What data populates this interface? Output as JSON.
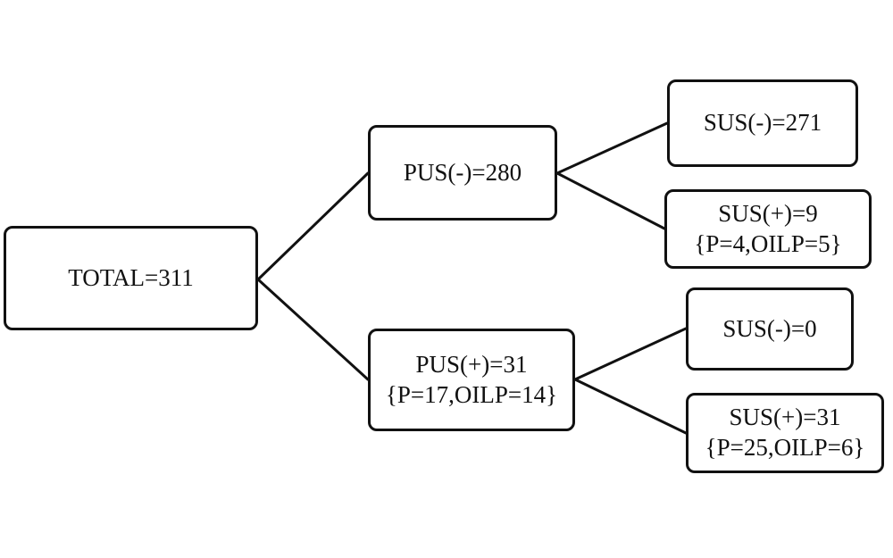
{
  "nodes": {
    "total": {
      "line1": "TOTAL=311"
    },
    "pus_negative": {
      "line1": "PUS(-)=280"
    },
    "pus_positive": {
      "line1": "PUS(+)=31",
      "line2": "{P=17,OILP=14}"
    },
    "sus_negative_upper": {
      "line1": "SUS(-)=271"
    },
    "sus_positive_upper": {
      "line1": "SUS(+)=9",
      "line2": "{P=4,OILP=5}"
    },
    "sus_negative_lower": {
      "line1": "SUS(-)=0"
    },
    "sus_positive_lower": {
      "line1": "SUS(+)=31",
      "line2": "{P=25,OILP=6}"
    }
  },
  "colors": {
    "stroke": "#111111",
    "background": "#ffffff"
  }
}
